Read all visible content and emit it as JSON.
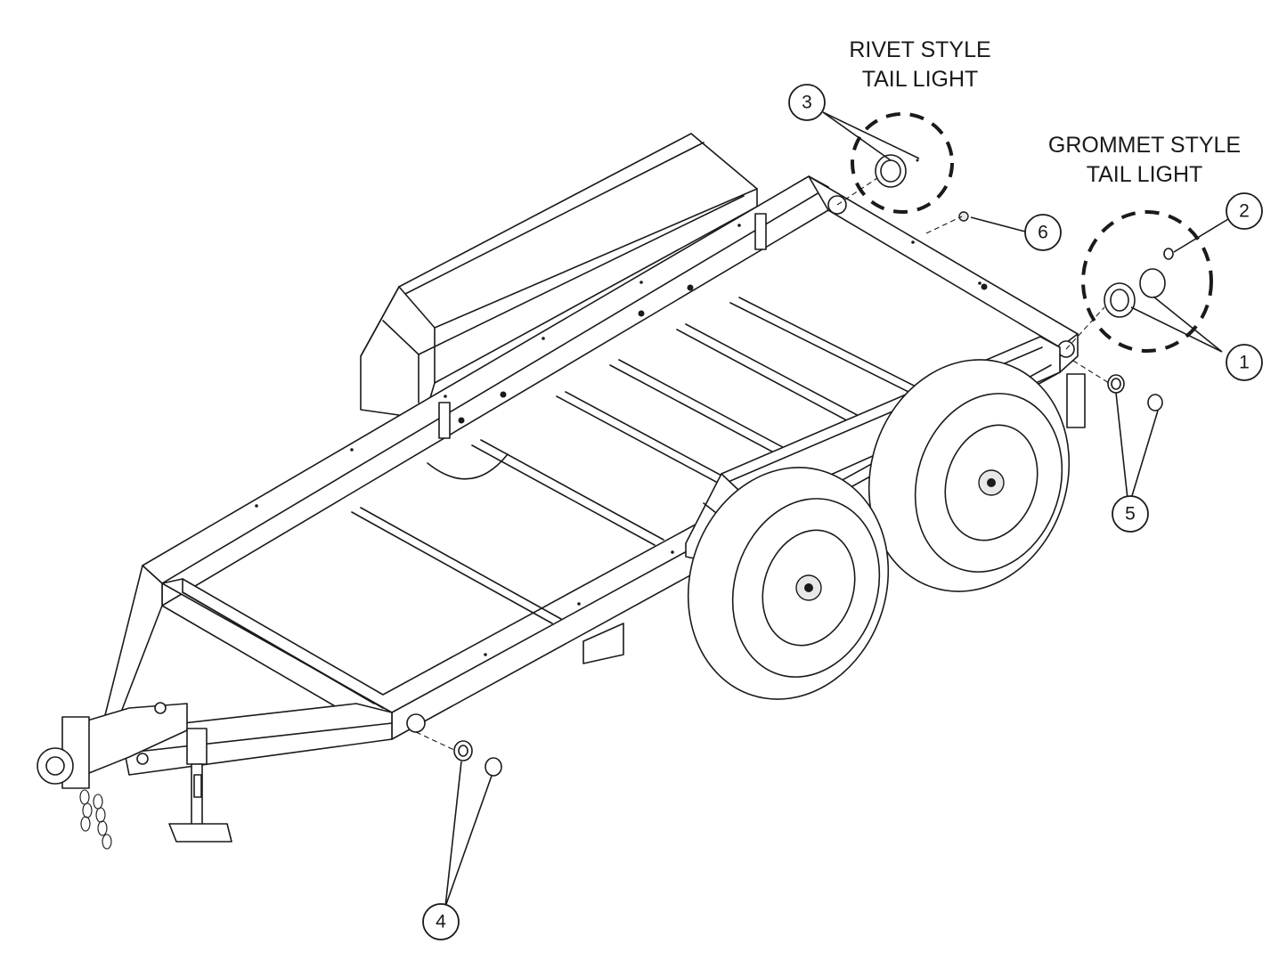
{
  "labels": {
    "rivet_line1": "RIVET STYLE",
    "rivet_line2": "TAIL LIGHT",
    "grommet_line1": "GROMMET STYLE",
    "grommet_line2": "TAIL LIGHT"
  },
  "callouts": [
    "1",
    "2",
    "3",
    "4",
    "5",
    "6"
  ]
}
